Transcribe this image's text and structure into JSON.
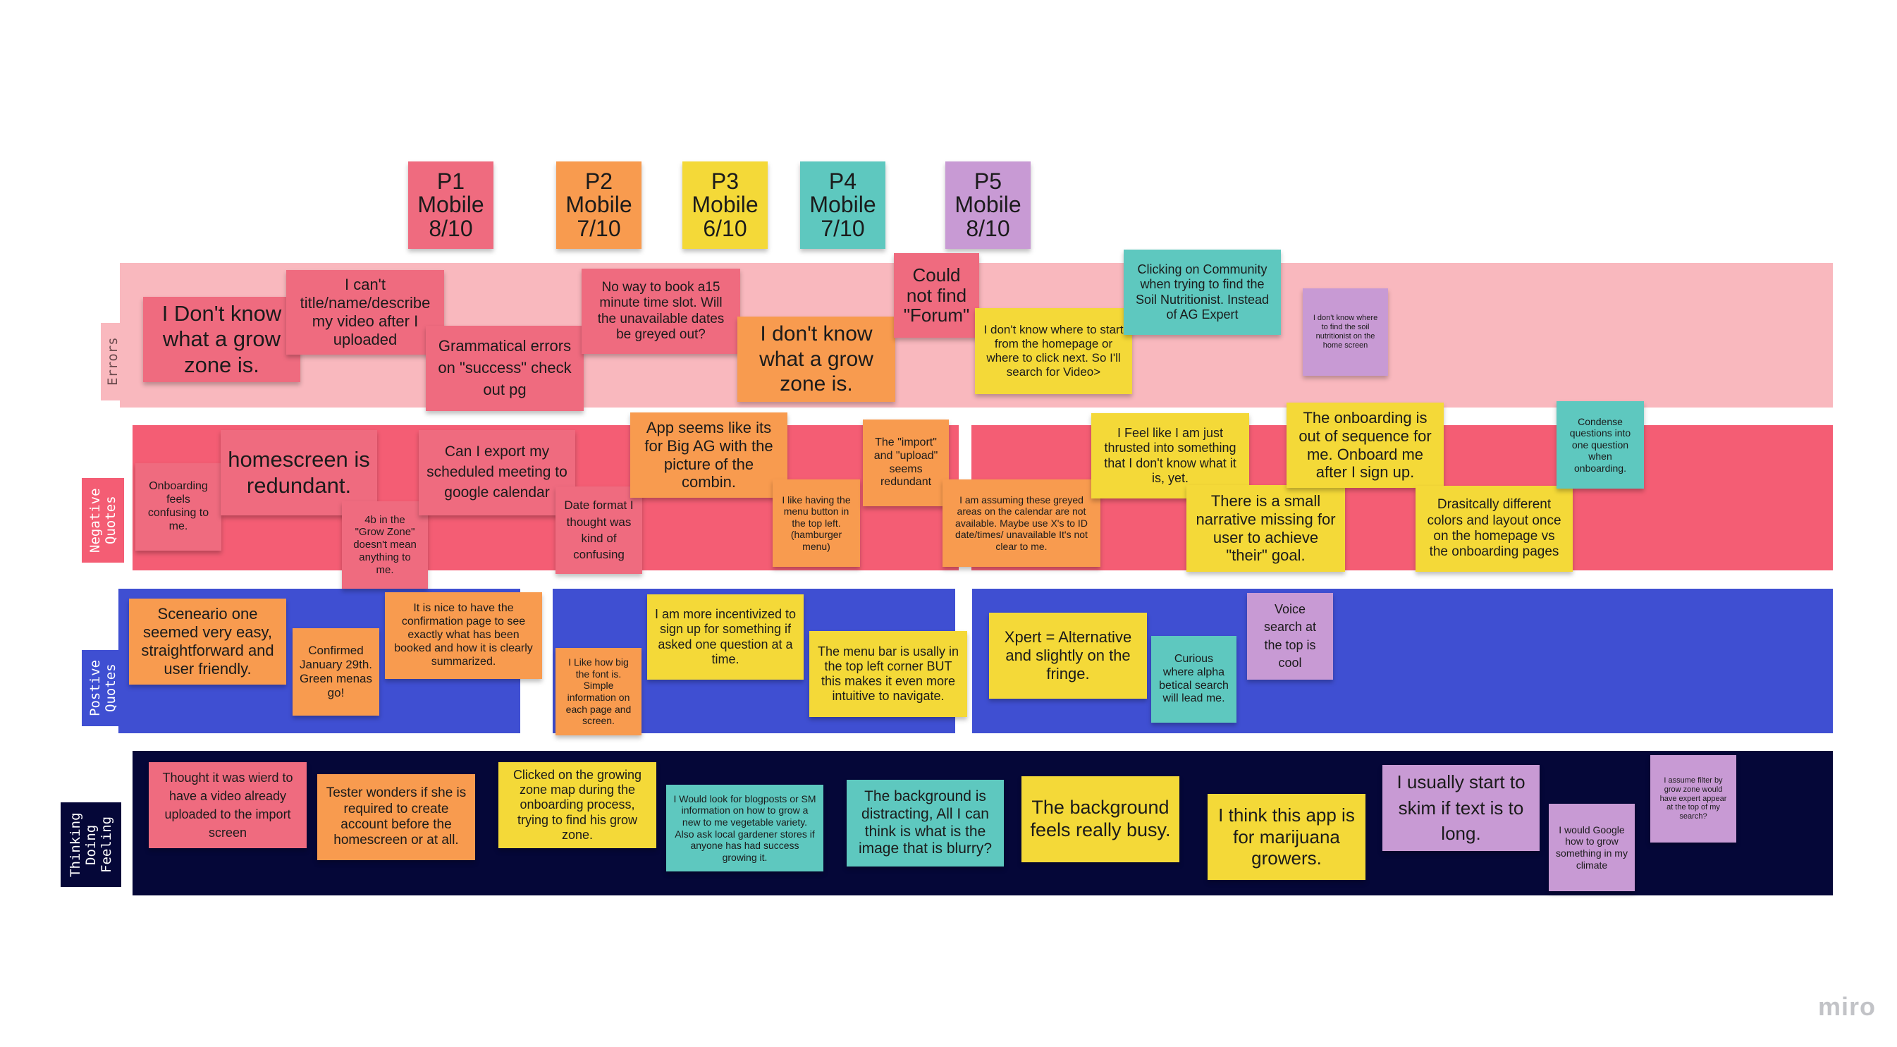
{
  "colors": {
    "pink": "#ef6b7f",
    "orange": "#f89b4f",
    "yellow": "#f4d938",
    "teal": "#5ec8bf",
    "purple": "#c89ad4",
    "band_errors": "#f9b8be",
    "band_negative": "#f45d74",
    "band_positive": "#3f4fd2",
    "band_thinking": "#050738"
  },
  "participants": [
    {
      "id": "P1",
      "device": "Mobile",
      "date": "8/10"
    },
    {
      "id": "P2",
      "device": "Mobile",
      "date": "7/10"
    },
    {
      "id": "P3",
      "device": "Mobile",
      "date": "6/10"
    },
    {
      "id": "P4",
      "device": "Mobile",
      "date": "7/10"
    },
    {
      "id": "P5",
      "device": "Mobile",
      "date": "8/10"
    }
  ],
  "bands": {
    "errors": "Errors",
    "negative": "Negative\nQuotes",
    "positive": "Postive\nQuotes",
    "thinking": "Thinking\nDoing\nFeeling"
  },
  "notes": {
    "e1": "I Don't know what a grow zone is.",
    "e2": "I can't title/name/describe my video after I uploaded",
    "e3": "Grammatical errors on \"success\" check out pg",
    "e4": "No way to book a15 minute time slot. Will the unavailable dates be greyed out?",
    "e5": "I don't know what a grow zone is.",
    "e6": "Could not find \"Forum\"",
    "e7": "I don't know where to start from the homepage or where to click next. So I'll search for Video>",
    "e8": "Clicking on Community when trying to find the Soil Nutritionist. Instead of AG Expert",
    "e9": "I don't know where to find the soil nutritionist on the home screen",
    "n1": "Onboarding feels confusing to me.",
    "n2": "homescreen is redundant.",
    "n3": "4b in the \"Grow Zone\" doesn't mean anything to me.",
    "n4": "Can I export my scheduled meeting to google calendar",
    "n5": "Date format I thought was kind of confusing",
    "n6": "App seems like its for Big AG with the picture of the combin.",
    "n7": "I like having the menu button in the top left. (hamburger menu)",
    "n8": "The \"import\" and \"upload\" seems redundant",
    "n9": "I am assuming these greyed areas on the calendar are not available. Maybe use X's to ID date/times/ unavailable It's not clear to me.",
    "n10": "I Feel like I am just thrusted into something that I don't know what it is, yet.",
    "n11": "There is a small narrative missing for user to achieve \"their\" goal.",
    "n12": "The onboarding is out of sequence for me. Onboard me after I sign up.",
    "n13": "Drasitcally different colors and layout once on the homepage vs the onboarding pages",
    "n14": "Condense questions into one question when onboarding.",
    "p1": "Sceneario one seemed very easy, straightforward and user friendly.",
    "p2": "Confirmed January 29th. Green menas go!",
    "p3": "It is nice to have the confirmation page to see exactly what has been booked and how it is clearly summarized.",
    "p4": "I Like how big the font is. Simple information on each page and screen.",
    "p5": "I am more incentivized to sign up for something if asked one question at a time.",
    "p6": "The menu bar is usally in the top left corner BUT this makes it even more intuitive to navigate.",
    "p7": "Xpert = Alternative and slightly on the fringe.",
    "p8": "Curious where alpha betical search will lead me.",
    "p9": "Voice search at the top is cool",
    "t1": "Thought it was wierd to have a video already uploaded to the import screen",
    "t2": "Tester wonders if she is required to create account before the homescreen or at all.",
    "t3": "Clicked on the growing zone map during the onboarding process, trying to find his grow zone.",
    "t4": "I Would look for blogposts or SM information on how to grow a new to me vegetable variety. Also ask local gardener stores if anyone has had success growing it.",
    "t5": "The background is distracting, All I can think is what is the image that is blurry?",
    "t6": "The background feels really busy.",
    "t7": "I think this app is for marijuana growers.",
    "t8": "I usually start to skim if text is to long.",
    "t9": "I would Google how to grow something in my climate",
    "t10": "I assume filter by grow zone would have expert appear at the top of my search?"
  },
  "logo": "miro"
}
